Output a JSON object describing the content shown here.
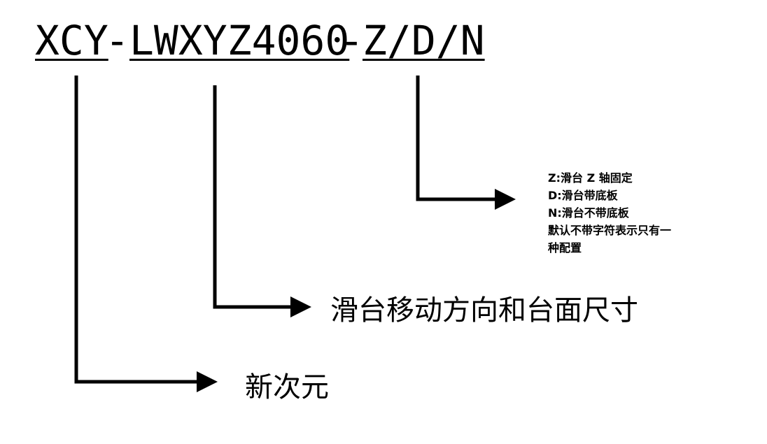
{
  "code": {
    "prefix": "XCY",
    "dash_1": "-",
    "model": "LWXYZ4060",
    "dash_2": "-",
    "variant": "Z/D/N"
  },
  "descriptions": {
    "prefix": "新次元",
    "model": "滑台移动方向和台面尺寸",
    "variant_options": [
      "Z:滑台 Z 轴固定",
      "D:滑台带底板",
      "N:滑台不带底板",
      "默认不带字符表示只有一",
      "种配置"
    ]
  },
  "colors": {
    "ink": "#000000",
    "background": "#ffffff"
  }
}
